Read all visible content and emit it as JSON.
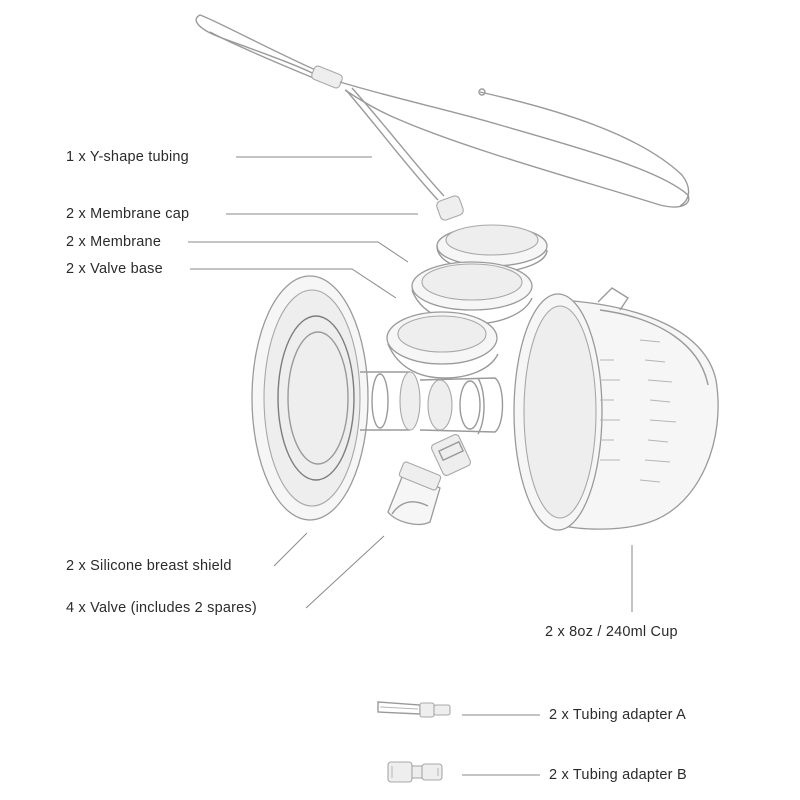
{
  "labels": {
    "y_tubing": "1 x Y-shape tubing",
    "membrane_cap": "2 x Membrane cap",
    "membrane": "2 x Membrane",
    "valve_base": "2 x Valve base",
    "breast_shield": "2 x Silicone breast shield",
    "valve": "4 x Valve (includes 2 spares)",
    "cup": "2 x 8oz / 240ml Cup",
    "adapter_a": "2 x Tubing adapter A",
    "adapter_b": "2 x Tubing adapter B"
  },
  "colors": {
    "text": "#2b2b2b",
    "leader": "#8a8a8a",
    "outline": "#9a9a9a"
  }
}
